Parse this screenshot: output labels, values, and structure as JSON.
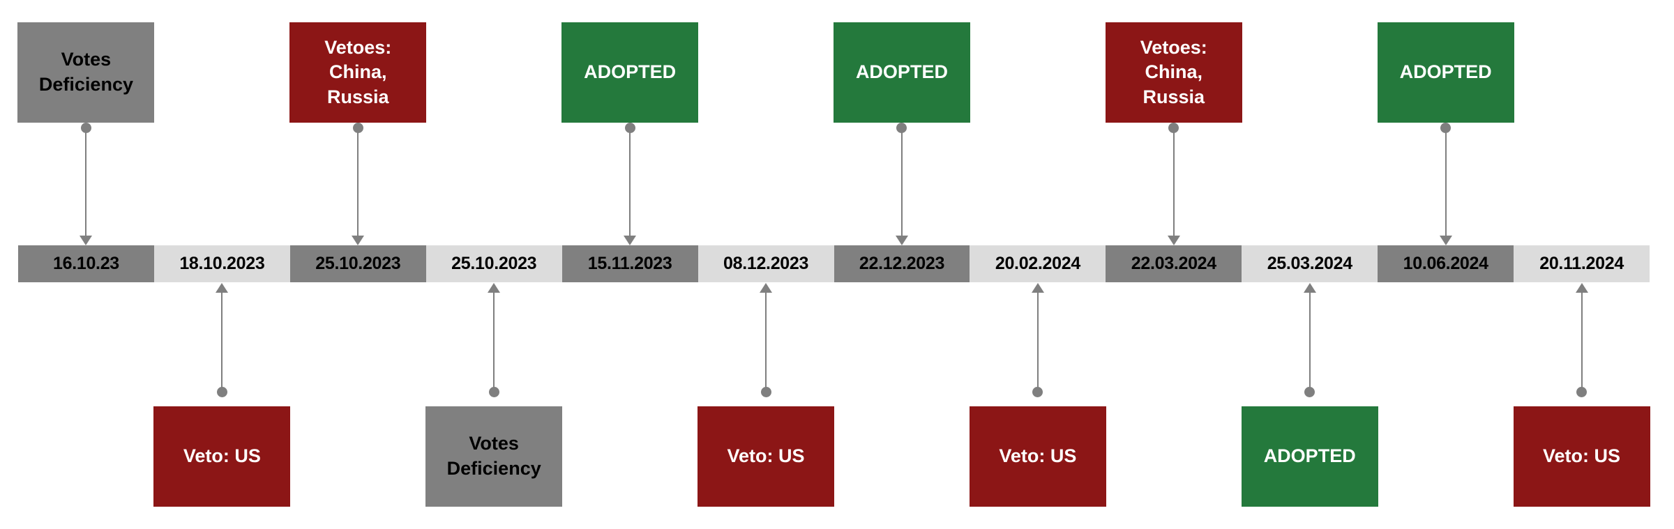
{
  "meta": {
    "title": "UN Security Council Resolutions Timeline",
    "colors": {
      "gray": "#808080",
      "red": "#8C1616",
      "green": "#24793C",
      "segment_dark": "#808080",
      "segment_light": "#DCDCDC",
      "connector": "#7F7F7F"
    }
  },
  "timeline": {
    "segments": [
      {
        "date": "16.10.23",
        "tone": "dark"
      },
      {
        "date": "18.10.2023",
        "tone": "light"
      },
      {
        "date": "25.10.2023",
        "tone": "dark"
      },
      {
        "date": "25.10.2023",
        "tone": "light"
      },
      {
        "date": "15.11.2023",
        "tone": "dark"
      },
      {
        "date": "08.12.2023",
        "tone": "light"
      },
      {
        "date": "22.12.2023",
        "tone": "dark"
      },
      {
        "date": "20.02.2024",
        "tone": "light"
      },
      {
        "date": "22.03.2024",
        "tone": "dark"
      },
      {
        "date": "25.03.2024",
        "tone": "light"
      },
      {
        "date": "10.06.2024",
        "tone": "dark"
      },
      {
        "date": "20.11.2024",
        "tone": "light"
      }
    ]
  },
  "events": {
    "above": [
      {
        "label": "Votes\nDeficiency",
        "color": "gray",
        "date": "16.10.23",
        "segment_index": 0
      },
      {
        "label": "Vetoes:\nChina,\nRussia",
        "color": "red",
        "date": "25.10.2023",
        "segment_index": 2
      },
      {
        "label": "ADOPTED",
        "color": "green",
        "date": "15.11.2023",
        "segment_index": 4
      },
      {
        "label": "ADOPTED",
        "color": "green",
        "date": "22.12.2023",
        "segment_index": 6
      },
      {
        "label": "Vetoes:\nChina,\nRussia",
        "color": "red",
        "date": "22.03.2024",
        "segment_index": 8
      },
      {
        "label": "ADOPTED",
        "color": "green",
        "date": "10.06.2024",
        "segment_index": 10
      }
    ],
    "below": [
      {
        "label": "Veto: US",
        "color": "red",
        "date": "18.10.2023",
        "segment_index": 1
      },
      {
        "label": "Votes\nDeficiency",
        "color": "gray",
        "date": "25.10.2023",
        "segment_index": 3
      },
      {
        "label": "Veto: US",
        "color": "red",
        "date": "08.12.2023",
        "segment_index": 5
      },
      {
        "label": "Veto: US",
        "color": "red",
        "date": "20.02.2024",
        "segment_index": 7
      },
      {
        "label": "ADOPTED",
        "color": "green",
        "date": "25.03.2024",
        "segment_index": 9
      },
      {
        "label": "Veto: US",
        "color": "red",
        "date": "20.11.2024",
        "segment_index": 11
      }
    ]
  }
}
